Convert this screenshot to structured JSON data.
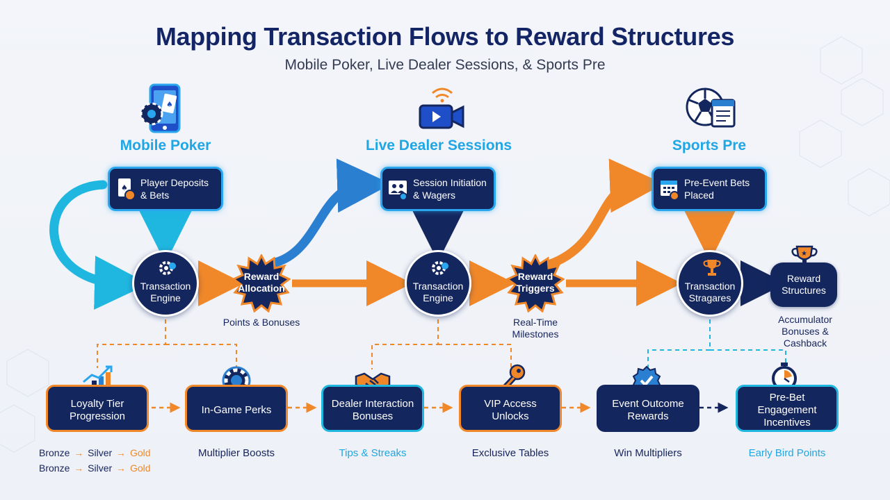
{
  "header": {
    "title": "Mapping Transaction Flows to Reward Structures",
    "subtitle": "Mobile Poker, Live Dealer Sessions, & Sports Pre"
  },
  "sections": [
    {
      "title": "Mobile Poker",
      "icon": "mobile-poker-icon",
      "source": "Player Deposits & Bets",
      "engine": "Transaction Engine",
      "burst": "Reward Allocation",
      "burst_caption": "Points & Bonuses"
    },
    {
      "title": "Live Dealer Sessions",
      "icon": "video-camera-icon",
      "source": "Session Initiation & Wagers",
      "engine": "Transaction Engine",
      "burst": "Reward Triggers",
      "burst_caption": "Real-Time Milestones"
    },
    {
      "title": "Sports Pre",
      "icon": "soccer-ball-icon",
      "source": "Pre-Event Bets Placed",
      "engine": "Transaction Stragares",
      "reward": "Reward Structures",
      "reward_caption": "Accumulator Bonuses & Cashback"
    }
  ],
  "outcomes": [
    {
      "label": "Loyalty Tier Progression",
      "icon": "growth-chart-icon",
      "border": "orange"
    },
    {
      "label": "In-Game Perks",
      "icon": "poker-chip-icon",
      "border": "orange",
      "caption": "Multiplier Boosts"
    },
    {
      "label": "Dealer Interaction Bonuses",
      "icon": "handshake-icon",
      "border": "cyan",
      "caption": "Tips & Streaks"
    },
    {
      "label": "VIP Access Unlocks",
      "icon": "key-icon",
      "border": "orange",
      "caption": "Exclusive Tables"
    },
    {
      "label": "Event Outcome Rewards",
      "icon": "verified-badge-icon",
      "border": "cyan",
      "caption": "Win Multipliers"
    },
    {
      "label": "Pre-Bet Engagement Incentives",
      "icon": "stopwatch-icon",
      "border": "cyan",
      "caption": "Early Bird Points"
    }
  ],
  "tiers": {
    "bronze": "Bronze",
    "silver": "Silver",
    "gold": "Gold",
    "arrow": "→"
  },
  "colors": {
    "navy": "#14265e",
    "orange": "#f0882a",
    "cyan": "#1fb7e0",
    "blue": "#2a7fd0"
  }
}
